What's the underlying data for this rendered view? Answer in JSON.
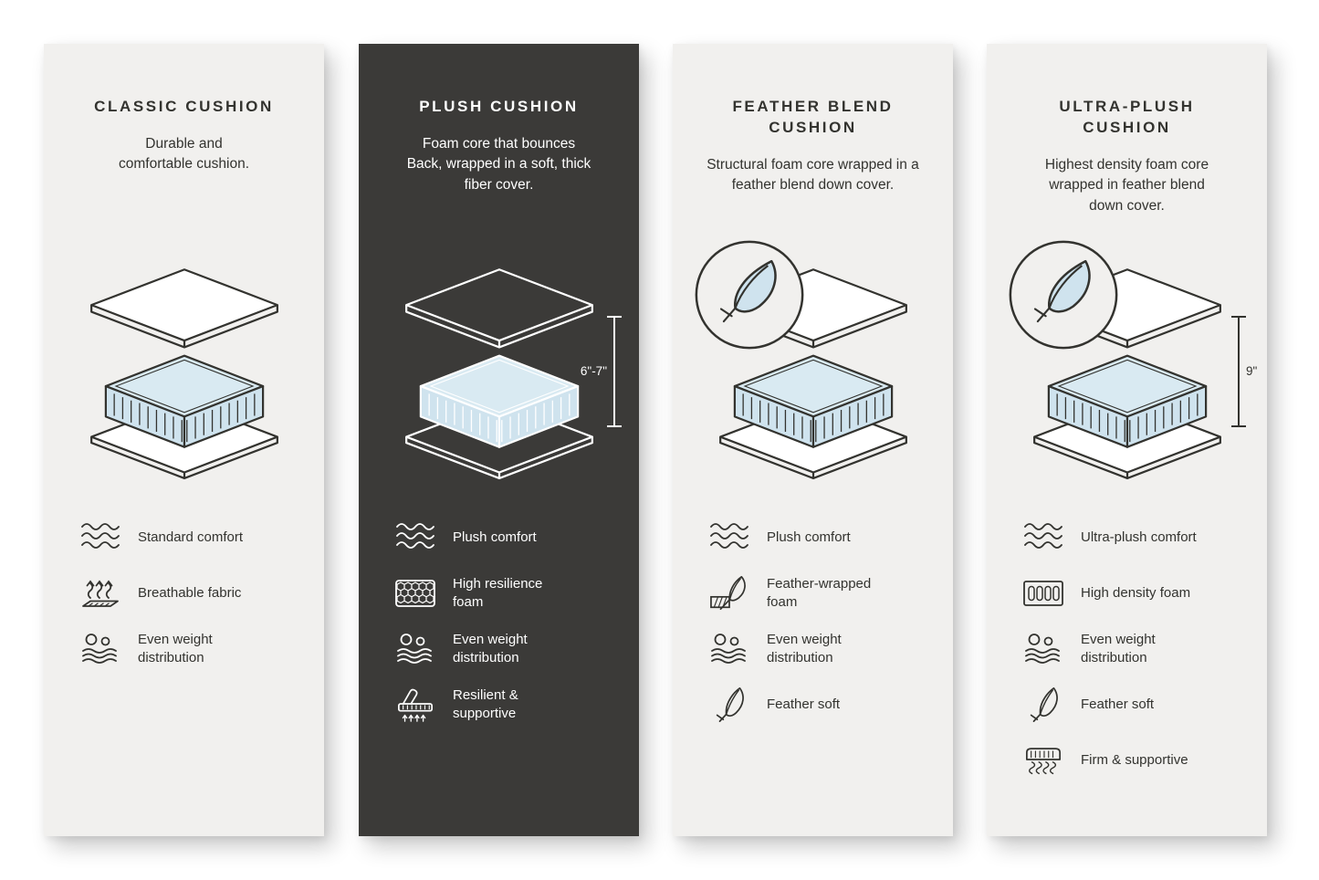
{
  "cards": [
    {
      "title": "CLASSIC CUSHION",
      "description": "Durable and comfortable cushion.",
      "features": [
        {
          "icon": "waves-icon",
          "label": "Standard comfort"
        },
        {
          "icon": "breathable-fabric-icon",
          "label": "Breathable fabric"
        },
        {
          "icon": "weight-distribution-icon",
          "label": "Even weight distribution"
        }
      ]
    },
    {
      "title": "PLUSH CUSHION",
      "description": "Foam core that bounces Back, wrapped in a soft, thick fiber cover.",
      "height_label": "6\"-7\"",
      "features": [
        {
          "icon": "waves-icon",
          "label": "Plush comfort"
        },
        {
          "icon": "honeycomb-foam-icon",
          "label": "High resilience foam"
        },
        {
          "icon": "weight-distribution-icon",
          "label": "Even weight distribution"
        },
        {
          "icon": "resilient-supportive-icon",
          "label": "Resilient & supportive"
        }
      ]
    },
    {
      "title": "FEATHER BLEND CUSHION",
      "description": "Structural foam core wrapped in a feather blend down cover.",
      "badge_icon": "feather-badge",
      "features": [
        {
          "icon": "waves-icon",
          "label": "Plush comfort"
        },
        {
          "icon": "feather-wrapped-foam-icon",
          "label": "Feather-wrapped foam"
        },
        {
          "icon": "weight-distribution-icon",
          "label": "Even weight distribution"
        },
        {
          "icon": "feather-icon",
          "label": "Feather soft"
        }
      ]
    },
    {
      "title": "ULTRA-PLUSH CUSHION",
      "description": "Highest density foam core wrapped in feather blend down cover.",
      "badge_icon": "feather-badge",
      "height_label": "9\"",
      "features": [
        {
          "icon": "waves-icon",
          "label": "Ultra-plush comfort"
        },
        {
          "icon": "high-density-foam-icon",
          "label": "High density foam"
        },
        {
          "icon": "weight-distribution-icon",
          "label": "Even weight distribution"
        },
        {
          "icon": "feather-icon",
          "label": "Feather soft"
        },
        {
          "icon": "firm-supportive-icon",
          "label": "Firm & supportive"
        }
      ]
    }
  ],
  "colors": {
    "panel_light": "#f1f0ee",
    "panel_dark": "#3b3a38",
    "foam_blue": "#cfe3ee",
    "line_dark": "#33332f",
    "text_light": "#ffffff"
  }
}
